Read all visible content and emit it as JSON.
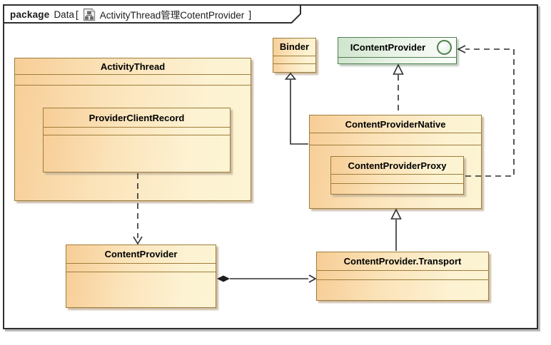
{
  "frame": {
    "keyword": "package",
    "package_name": "Data",
    "open_bracket": "[",
    "diagram_name": "ActivityThread管理CotentProvider",
    "close_bracket": "]",
    "diagram_icon": "class-diagram-icon"
  },
  "colors": {
    "class_fill_dark": "#f7cd96",
    "class_fill_light": "#fcf4d2",
    "class_border": "#9d7d3a",
    "interface_fill_dark": "#cfe4cd",
    "interface_fill_light": "#fbfdfa",
    "interface_border": "#4e7f4e",
    "edge_stroke": "#2e2e2e",
    "frame_border": "#2f2f2f",
    "shadow": "#b9b9b9"
  },
  "classes": [
    {
      "name": "ActivityThread",
      "kind": "class"
    },
    {
      "name": "ProviderClientRecord",
      "kind": "class",
      "nested_in": "ActivityThread"
    },
    {
      "name": "Binder",
      "kind": "class"
    },
    {
      "name": "IContentProvider",
      "kind": "interface"
    },
    {
      "name": "ContentProviderNative",
      "kind": "class"
    },
    {
      "name": "ContentProviderProxy",
      "kind": "class",
      "nested_in": "ContentProviderNative"
    },
    {
      "name": "ContentProvider",
      "kind": "class"
    },
    {
      "name": "ContentProvider.Transport",
      "kind": "class"
    }
  ],
  "relations": [
    {
      "type": "dependency",
      "from": "ProviderClientRecord",
      "to": "ContentProvider",
      "line": "dashed",
      "head": "open-arrow"
    },
    {
      "type": "composition",
      "from": "ContentProvider",
      "to": "ContentProvider.Transport",
      "line": "solid",
      "head": "open-arrow",
      "tail": "filled-diamond"
    },
    {
      "type": "generalization",
      "from": "ContentProvider.Transport",
      "to": "ContentProviderNative",
      "line": "solid",
      "head": "hollow-triangle"
    },
    {
      "type": "generalization",
      "from": "ContentProviderNative",
      "to": "Binder",
      "line": "solid",
      "head": "hollow-triangle"
    },
    {
      "type": "realization",
      "from": "ContentProviderNative",
      "to": "IContentProvider",
      "line": "dashed",
      "head": "hollow-triangle"
    },
    {
      "type": "dependency",
      "from": "ContentProviderProxy",
      "to": "IContentProvider",
      "line": "dashed",
      "head": "open-arrow"
    }
  ]
}
